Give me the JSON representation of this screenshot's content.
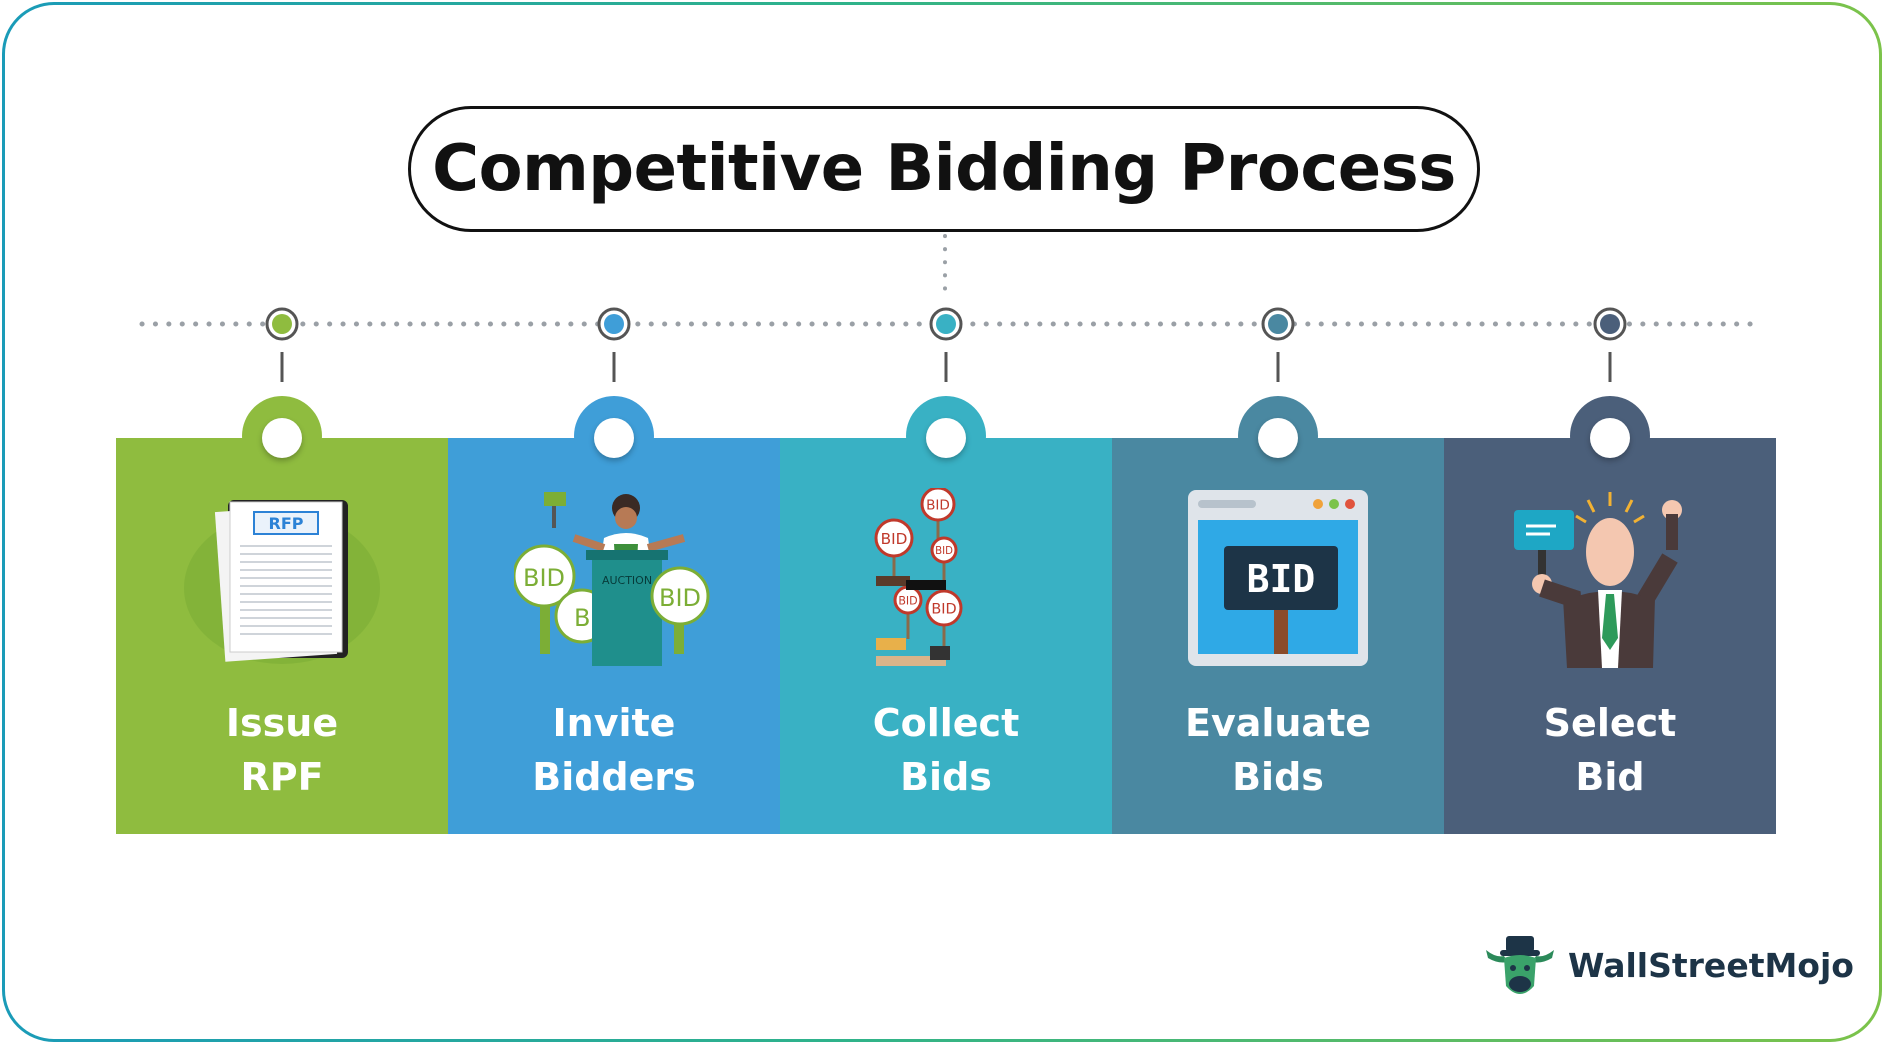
{
  "title": "Competitive Bidding Process",
  "steps": [
    {
      "line1": "Issue",
      "line2": "RPF",
      "color": "#8fbc3f",
      "dot": "#8fbc3f",
      "icon": "rfp-clipboard-icon"
    },
    {
      "line1": "Invite",
      "line2": "Bidders",
      "color": "#3f9ed8",
      "dot": "#3f9ed8",
      "icon": "auctioneer-icon"
    },
    {
      "line1": "Collect",
      "line2": "Bids",
      "color": "#39b1c4",
      "dot": "#39b1c4",
      "icon": "bid-paddles-icon"
    },
    {
      "line1": "Evaluate",
      "line2": "Bids",
      "color": "#4a88a1",
      "dot": "#4a88a1",
      "icon": "browser-bid-icon"
    },
    {
      "line1": "Select",
      "line2": "Bid",
      "color": "#4b5f7a",
      "dot": "#4b5f7a",
      "icon": "winner-businessman-icon"
    }
  ],
  "illustration_text": {
    "rfp": "RFP",
    "bid": "BID",
    "auction": "AUCTION"
  },
  "logo": {
    "text": "WallStreetMojo",
    "icon": "bull-mascot-icon"
  }
}
